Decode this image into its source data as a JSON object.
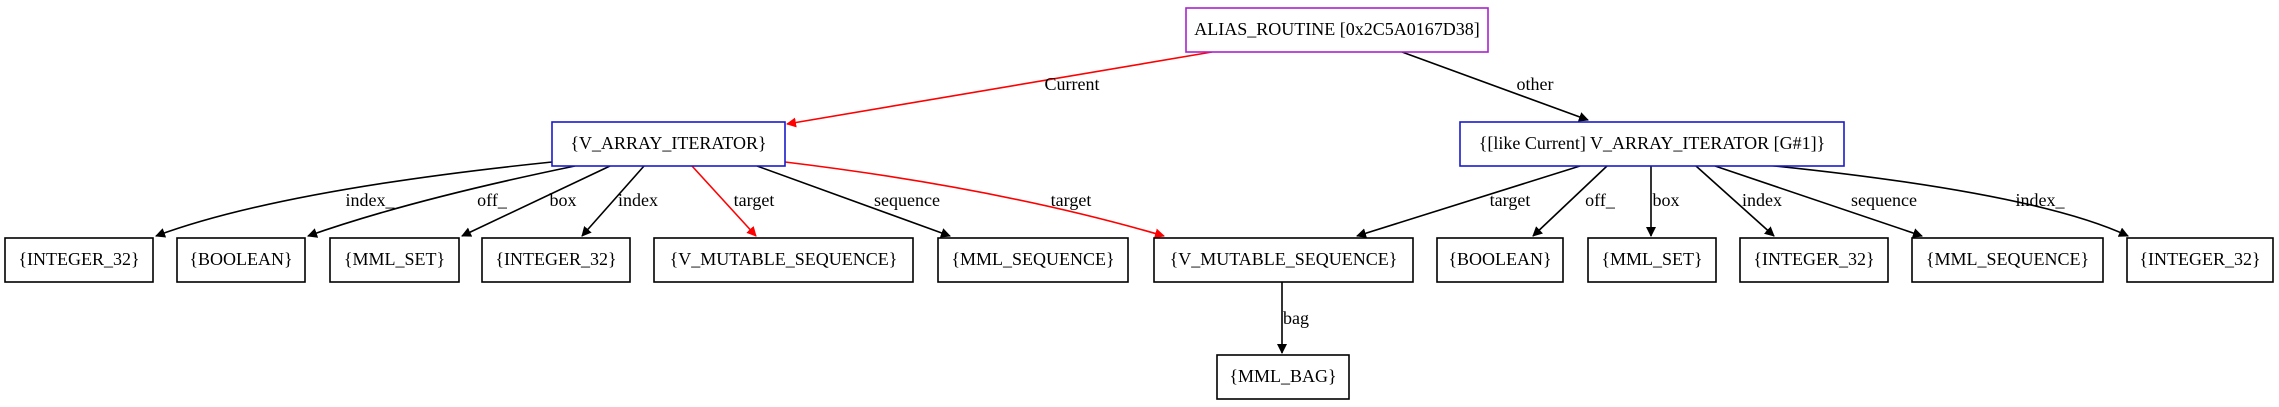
{
  "colors": {
    "normal": "#000000",
    "highlight": "#ff0000",
    "root_border": "#aa22cc",
    "class_border": "#1a1acc",
    "plain_border": "#000000"
  },
  "nodes": [
    {
      "id": "root",
      "label": "ALIAS_ROUTINE [0x2C5A0167D38]",
      "border": "root_border"
    },
    {
      "id": "varr",
      "label": "{V_ARRAY_ITERATOR}",
      "border": "class_border"
    },
    {
      "id": "like",
      "label": "{[like Current] V_ARRAY_ITERATOR [G#1]}",
      "border": "class_border"
    },
    {
      "id": "int1",
      "label": "{INTEGER_32}",
      "border": "plain_border"
    },
    {
      "id": "bool1",
      "label": "{BOOLEAN}",
      "border": "plain_border"
    },
    {
      "id": "mset1",
      "label": "{MML_SET}",
      "border": "plain_border"
    },
    {
      "id": "int2",
      "label": "{INTEGER_32}",
      "border": "plain_border"
    },
    {
      "id": "vmut1",
      "label": "{V_MUTABLE_SEQUENCE}",
      "border": "plain_border"
    },
    {
      "id": "mseq1",
      "label": "{MML_SEQUENCE}",
      "border": "plain_border"
    },
    {
      "id": "vmut2",
      "label": "{V_MUTABLE_SEQUENCE}",
      "border": "plain_border"
    },
    {
      "id": "bool2",
      "label": "{BOOLEAN}",
      "border": "plain_border"
    },
    {
      "id": "mset2",
      "label": "{MML_SET}",
      "border": "plain_border"
    },
    {
      "id": "int3",
      "label": "{INTEGER_32}",
      "border": "plain_border"
    },
    {
      "id": "mseq2",
      "label": "{MML_SEQUENCE}",
      "border": "plain_border"
    },
    {
      "id": "int4",
      "label": "{INTEGER_32}",
      "border": "plain_border"
    },
    {
      "id": "mbag",
      "label": "{MML_BAG}",
      "border": "plain_border"
    }
  ],
  "edges": [
    {
      "from": "root",
      "to": "varr",
      "label": "Current",
      "color": "highlight"
    },
    {
      "from": "root",
      "to": "like",
      "label": "other",
      "color": "normal"
    },
    {
      "from": "varr",
      "to": "int1",
      "label": "index_",
      "color": "normal"
    },
    {
      "from": "varr",
      "to": "bool1",
      "label": "off_",
      "color": "normal"
    },
    {
      "from": "varr",
      "to": "mset1",
      "label": "box",
      "color": "normal"
    },
    {
      "from": "varr",
      "to": "int2",
      "label": "index",
      "color": "normal"
    },
    {
      "from": "varr",
      "to": "vmut1",
      "label": "target",
      "color": "highlight"
    },
    {
      "from": "varr",
      "to": "mseq1",
      "label": "sequence",
      "color": "normal"
    },
    {
      "from": "varr",
      "to": "vmut2",
      "label": "target",
      "color": "highlight"
    },
    {
      "from": "like",
      "to": "vmut2",
      "label": "target",
      "color": "normal"
    },
    {
      "from": "like",
      "to": "bool2",
      "label": "off_",
      "color": "normal"
    },
    {
      "from": "like",
      "to": "mset2",
      "label": "box",
      "color": "normal"
    },
    {
      "from": "like",
      "to": "int3",
      "label": "index",
      "color": "normal"
    },
    {
      "from": "like",
      "to": "mseq2",
      "label": "sequence",
      "color": "normal"
    },
    {
      "from": "like",
      "to": "int4",
      "label": "index_",
      "color": "normal"
    },
    {
      "from": "vmut2",
      "to": "mbag",
      "label": "bag",
      "color": "normal"
    }
  ]
}
